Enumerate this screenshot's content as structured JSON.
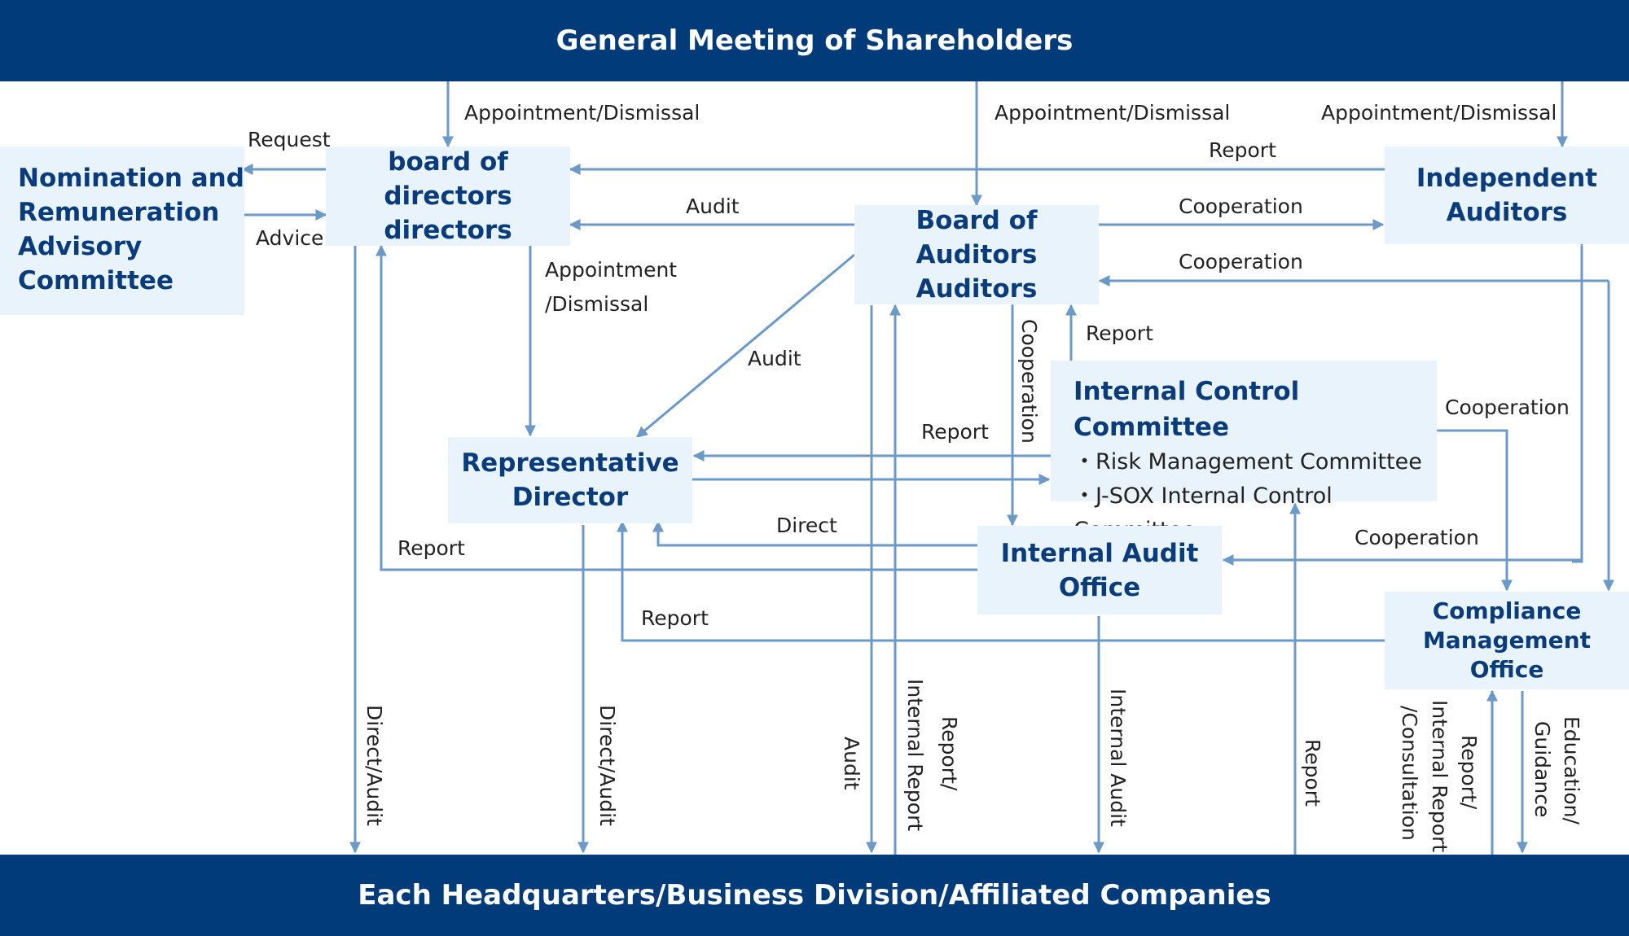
{
  "banners": {
    "top": "General Meeting of Shareholders",
    "bottom": "Each Headquarters/Business Division/Affiliated Companies"
  },
  "boxes": {
    "nomination": [
      "Nomination and",
      "Remuneration",
      "Advisory",
      "Committee"
    ],
    "board_directors": [
      "board of directors",
      "directors"
    ],
    "board_auditors": [
      "Board of Auditors",
      "Auditors"
    ],
    "independent_auditors": [
      "Independent",
      "Auditors"
    ],
    "representative_director": [
      "Representative",
      "Director"
    ],
    "internal_control": {
      "title": "Internal Control Committee",
      "items": [
        "・Risk Management Committee",
        "・J-SOX Internal Control Committee"
      ]
    },
    "internal_audit": [
      "Internal Audit",
      "Office"
    ],
    "compliance": [
      "Compliance",
      "Management",
      "Office"
    ]
  },
  "labels": {
    "appt_1": "Appointment/Dismissal",
    "appt_2": "Appointment/Dismissal",
    "appt_3": "Appointment/Dismissal",
    "request": "Request",
    "advice": "Advice",
    "report_indep_to_board": "Report",
    "audit_auditors_to_board": "Audit",
    "cooperation_auditors_indep": "Cooperation",
    "cooperation_indep_auditors_lower": "Cooperation",
    "appt_rep_1": "Appointment",
    "appt_rep_2": "/Dismissal",
    "audit_diag": "Audit",
    "cooperation_vertical": "Cooperation",
    "report_icc_to_auditors": "Report",
    "cooperation_icc_compliance": "Cooperation",
    "report_icc_to_rep": "Report",
    "direct": "Direct",
    "report_audit_to_board": "Report",
    "cooperation_compliance_audit": "Cooperation",
    "report_compliance_to_rep": "Report",
    "direct_audit_1": "Direct/Audit",
    "direct_audit_2": "Direct/Audit",
    "audit_bottom": "Audit",
    "internal_report": "Internal Report",
    "report_slash": "Report/",
    "internal_audit_bottom": "Internal Audit",
    "report_bottom": "Report",
    "consultation": "/Consultation",
    "internal_report_2": "Internal Report",
    "report_slash_2": "Report/",
    "guidance": "Guidance",
    "education": "Education/"
  },
  "colors": {
    "banner": "#013b7a",
    "box_fill": "#e8f3fb",
    "box_text": "#0a3c7c",
    "arrow": "#6b9ac9"
  }
}
